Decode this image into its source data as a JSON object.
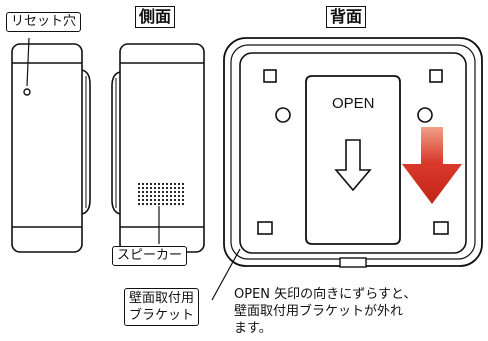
{
  "labels": {
    "reset_hole": "リセット穴",
    "side": "側面",
    "back": "背面",
    "speaker": "スピーカー",
    "bracket": [
      "壁面取付用",
      "ブラケット"
    ],
    "open": "OPEN"
  },
  "caption": [
    "OPEN 矢印の向きにずらすと、",
    "壁面取付用ブラケットが外れ",
    "ます。"
  ],
  "colors": {
    "arrow": "#d93a2b",
    "line": "#111111"
  }
}
